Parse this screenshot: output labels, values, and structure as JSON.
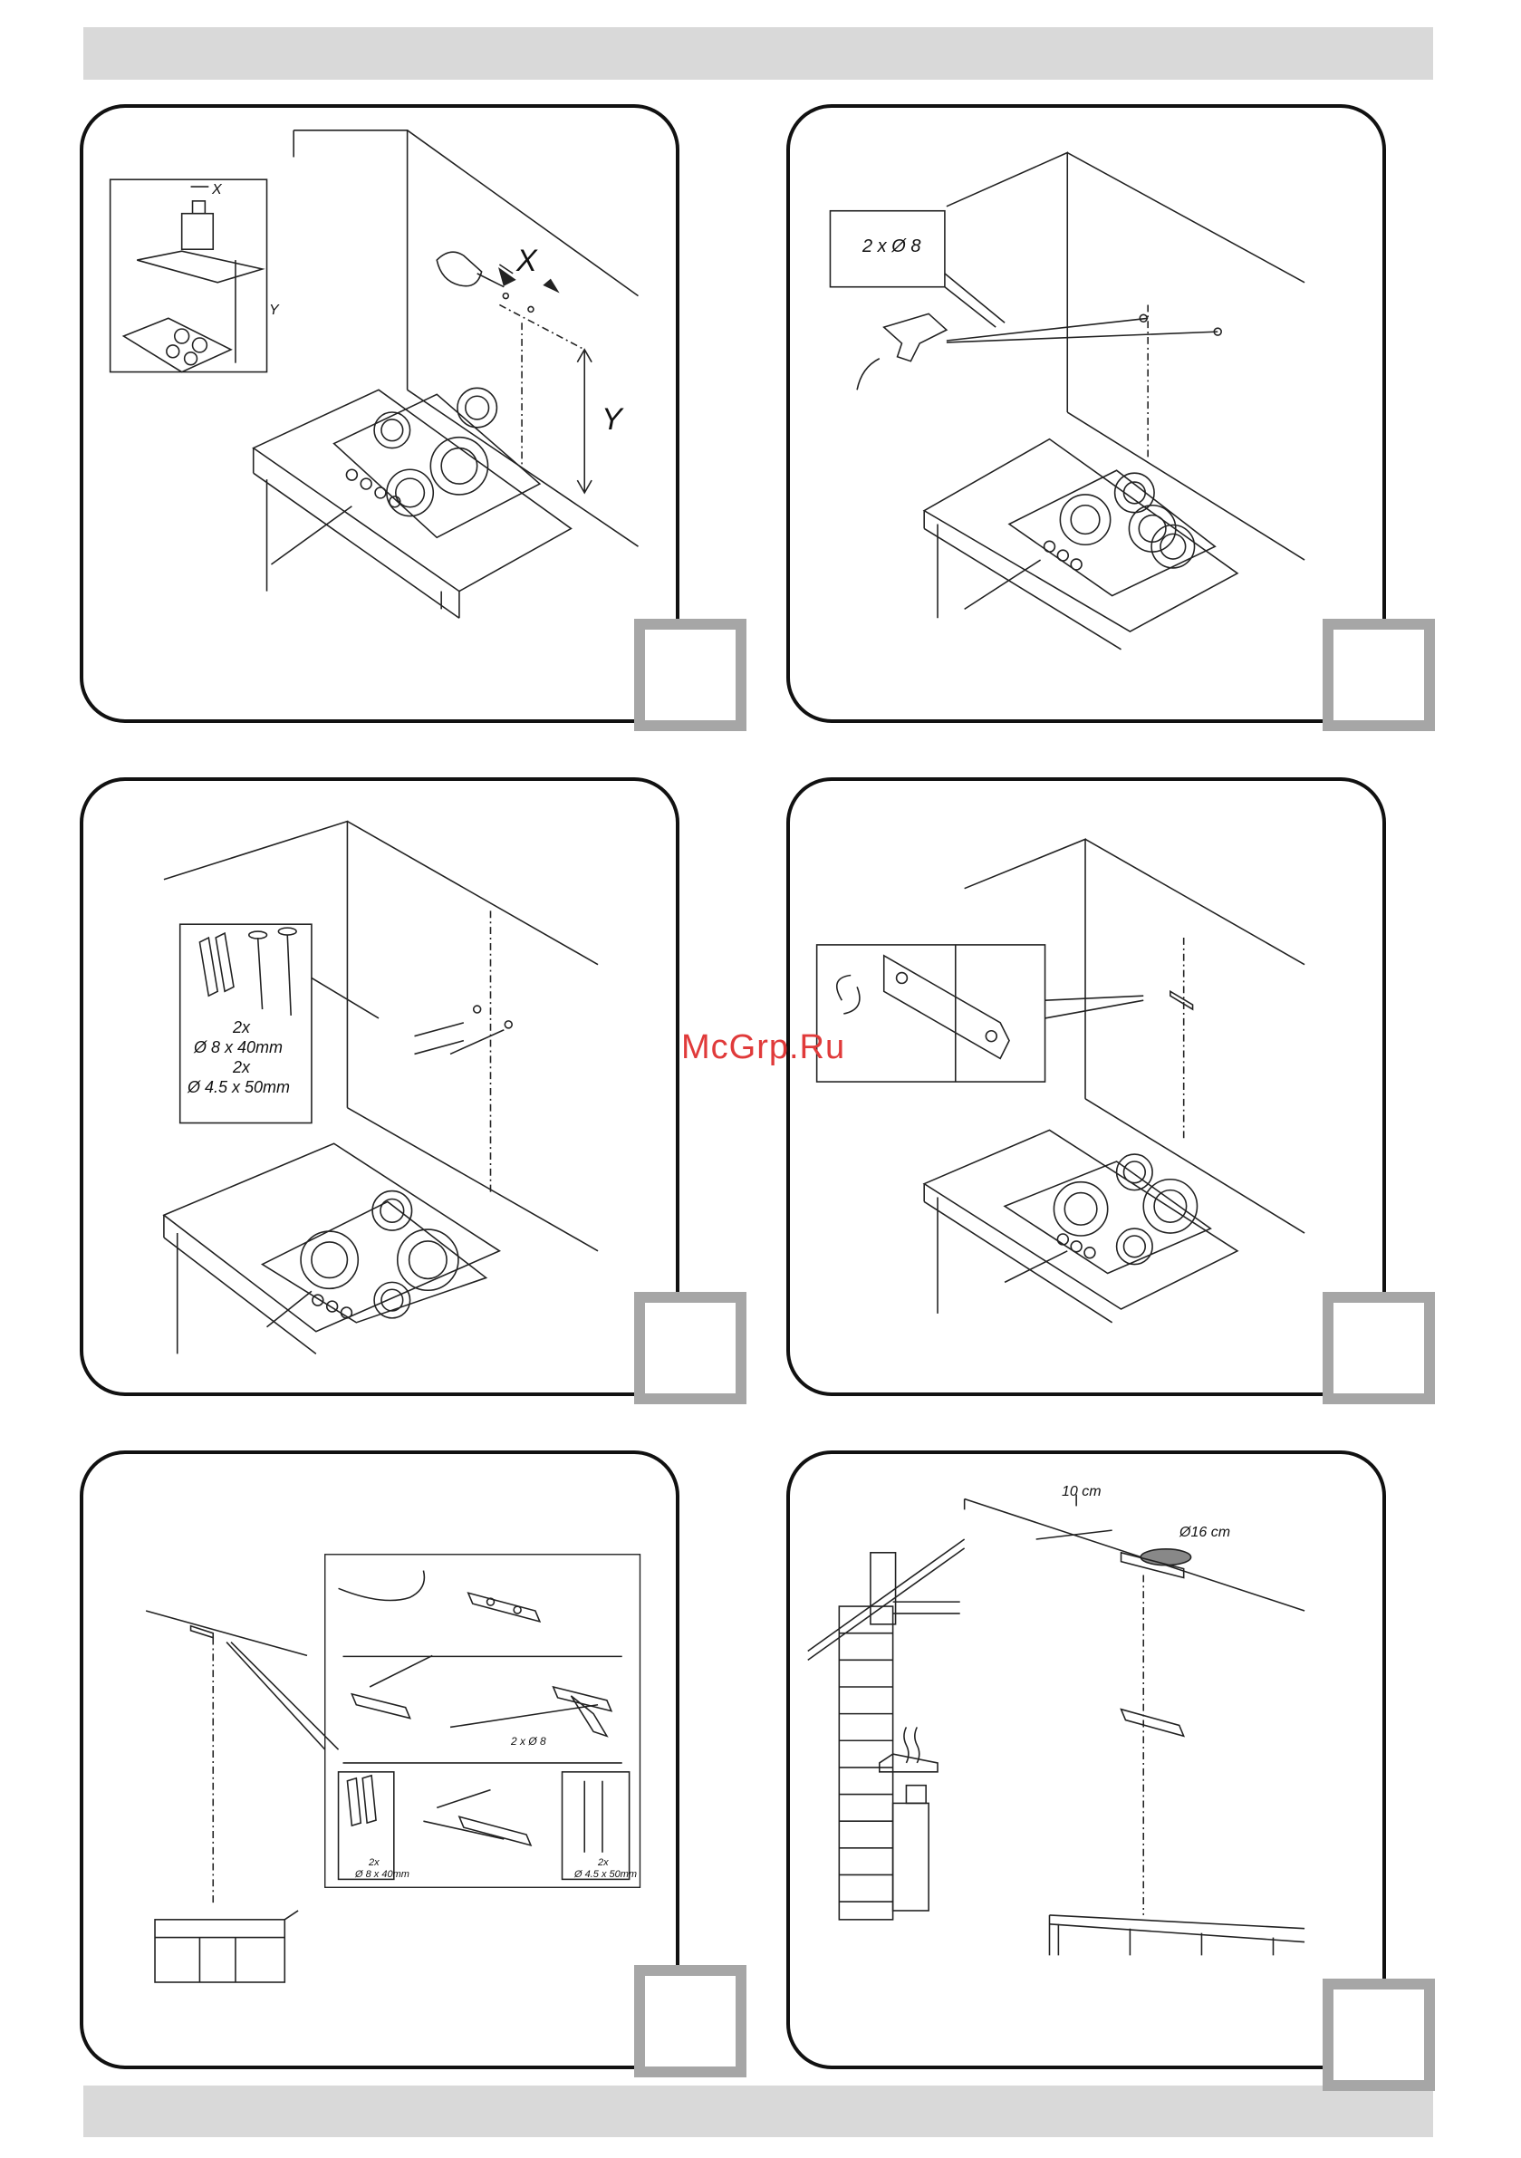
{
  "watermark": "McGrp.Ru",
  "colors": {
    "band": "#d9d9d9",
    "stepbox": "#a6a6a6",
    "watermark": "#e03a3a"
  },
  "panels": [
    {
      "id": "p1",
      "labels": {
        "x_small": "X",
        "y_small": "Y",
        "x_big": "X",
        "y_big": "Y"
      }
    },
    {
      "id": "p2",
      "labels": {
        "drill": "2 x Ø 8"
      }
    },
    {
      "id": "p3",
      "labels": {
        "qty1": "2x",
        "spec1": "Ø 8 x 40mm",
        "qty2": "2x",
        "spec2": "Ø 4.5 x 50mm"
      }
    },
    {
      "id": "p4",
      "labels": {}
    },
    {
      "id": "p5",
      "labels": {
        "drill": "2 x Ø 8",
        "qty1": "2x",
        "spec1": "Ø 8 x 40mm",
        "qty2": "2x",
        "spec2": "Ø 4.5 x 50mm"
      }
    },
    {
      "id": "p6",
      "labels": {
        "dist": "10 cm",
        "dia": "Ø16 cm"
      }
    }
  ]
}
